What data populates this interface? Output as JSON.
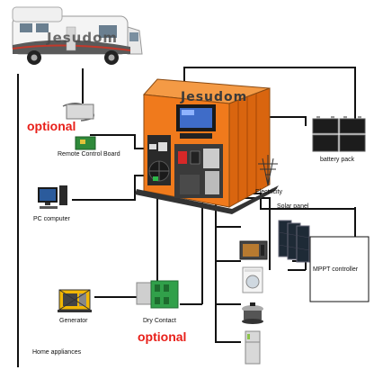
{
  "brand": "Jesudom",
  "labels": {
    "optional_top": "optional",
    "optional_bottom": "optional",
    "remote_control": "Remote Control Board",
    "pc": "PC computer",
    "generator": "Generator",
    "dry_contact": "Dry Contact",
    "home_appliances": "Home appliances",
    "battery_pack": "battery pack",
    "electricity": "Electricity",
    "solar_panel": "Solar panel",
    "mppt": "MPPT controller"
  },
  "colors": {
    "inverter_body": "#f07a1c",
    "optional_text": "#e8201a",
    "wire": "#111111"
  }
}
